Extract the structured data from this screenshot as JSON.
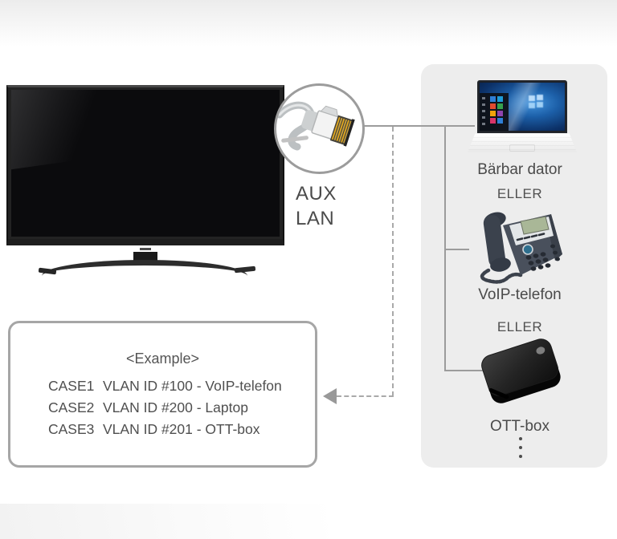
{
  "aux_label": {
    "line1": "AUX",
    "line2": "LAN"
  },
  "panel": {
    "laptop_label": "Bärbar dator",
    "or_label": "ELLER",
    "phone_label": "VoIP-telefon",
    "ott_label": "OTT-box"
  },
  "example": {
    "title": "<Example>",
    "rows": [
      {
        "case": "CASE1",
        "desc": "VLAN ID #100 - VoIP-telefon"
      },
      {
        "case": "CASE2",
        "desc": "VLAN ID #200 - Laptop"
      },
      {
        "case": "CASE3",
        "desc": "VLAN ID #201 - OTT-box"
      }
    ]
  },
  "icons": {
    "connector": "ethernet-cable-icon",
    "more_devices": "vertical-ellipsis-icon"
  },
  "colors": {
    "panel_bg": "#ededed",
    "line": "#9c9c9c",
    "box_border": "#a6a6a6",
    "text": "#4a4a4a",
    "arrow": "#999999"
  }
}
